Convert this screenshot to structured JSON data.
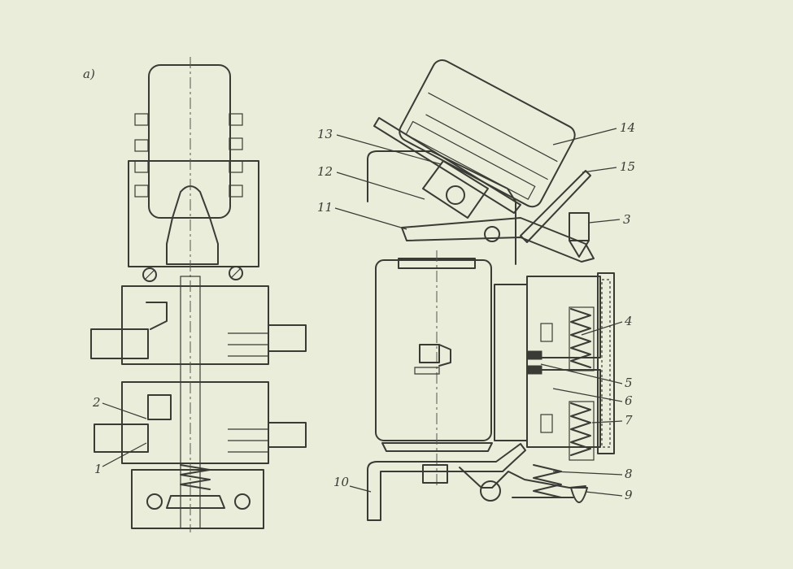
{
  "figure": {
    "panel_label": "a)",
    "callouts": [
      "1",
      "2",
      "3",
      "4",
      "5",
      "6",
      "7",
      "8",
      "9",
      "10",
      "11",
      "12",
      "13",
      "14",
      "15"
    ]
  },
  "colors": {
    "paper": "#e9edd9",
    "ink": "#3b3b36"
  }
}
